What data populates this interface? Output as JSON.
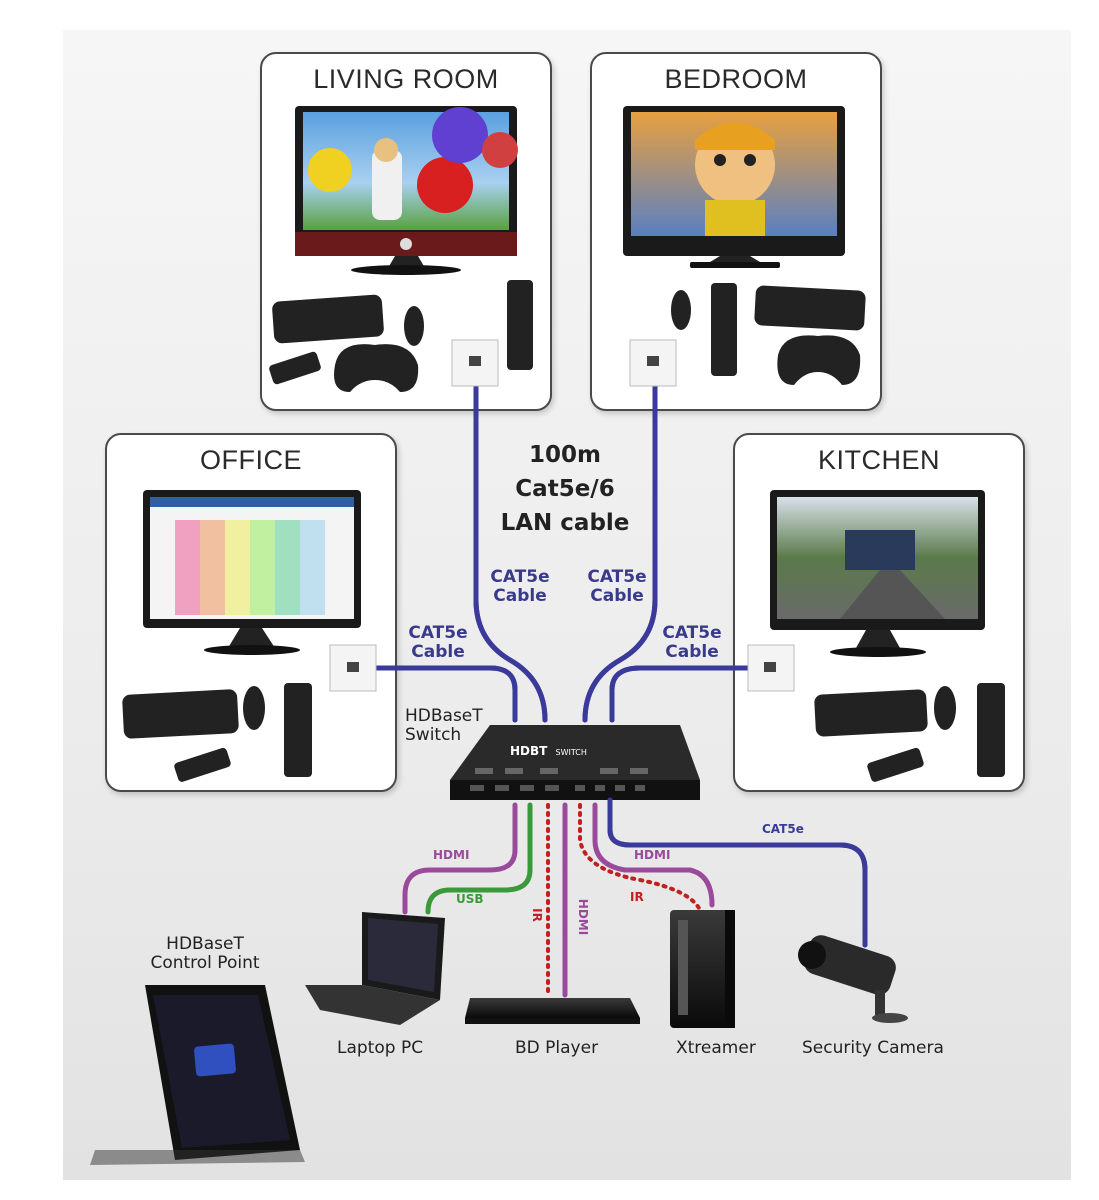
{
  "rooms": {
    "living_room": "LIVING ROOM",
    "bedroom": "BEDROOM",
    "office": "OFFICE",
    "kitchen": "KITCHEN"
  },
  "center_note": [
    "100m",
    "Cat5e/6",
    "LAN cable"
  ],
  "cable_labels": {
    "left_top": [
      "CAT5e",
      "Cable"
    ],
    "right_top": [
      "CAT5e",
      "Cable"
    ],
    "left": [
      "CAT5e",
      "Cable"
    ],
    "right": [
      "CAT5e",
      "Cable"
    ]
  },
  "switch": {
    "label": [
      "HDBaseT",
      "Switch"
    ],
    "brand": "HDBT",
    "brand_sub": "SWITCH"
  },
  "lower_cables": {
    "hdmi_left": "HDMI",
    "usb": "USB",
    "ir_left": "IR",
    "hdmi_center": "HDMI",
    "hdmi_right": "HDMI",
    "ir_right": "IR",
    "cat5e": "CAT5e"
  },
  "control_point": [
    "HDBaseT",
    "Control Point"
  ],
  "devices": {
    "laptop": "Laptop PC",
    "bd_player": "BD Player",
    "xtreamer": "Xtreamer",
    "camera": "Security Camera"
  },
  "colors": {
    "cat5e": "#3a3a9a",
    "hdmi": "#9a4a9a",
    "usb": "#3a9a3a",
    "ir": "#c02020"
  }
}
